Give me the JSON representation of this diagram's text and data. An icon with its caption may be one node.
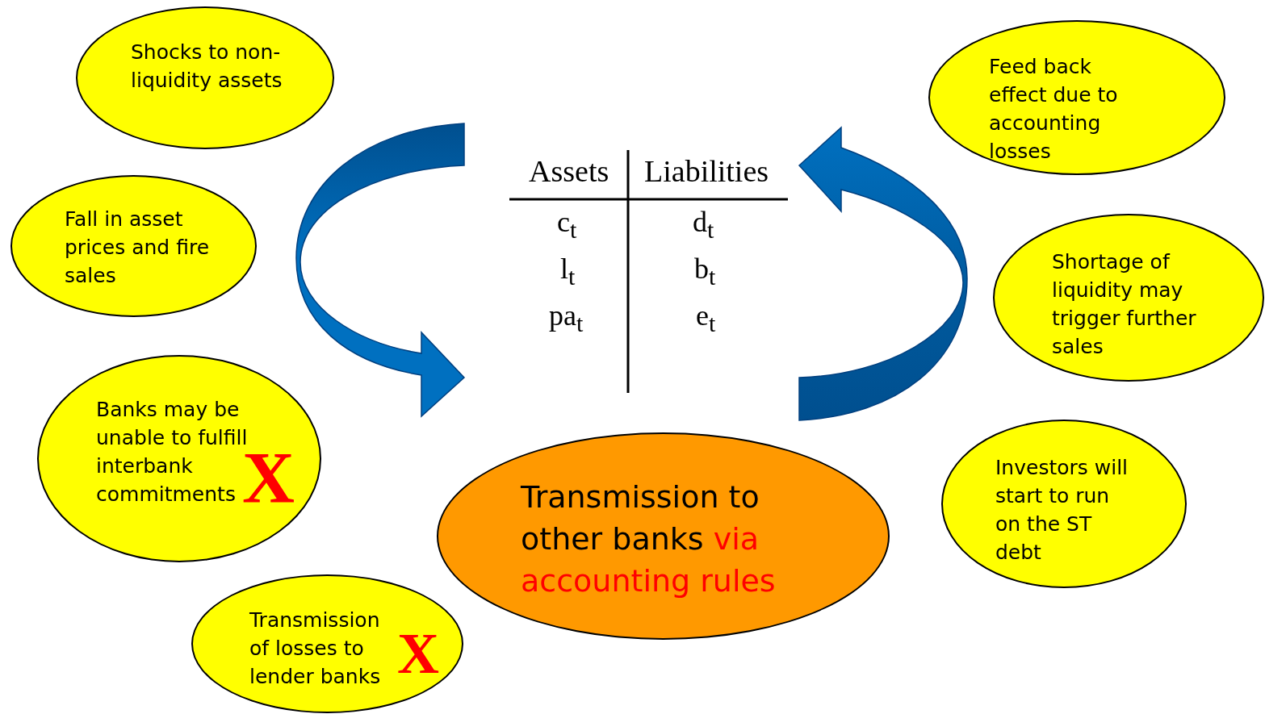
{
  "diagram": {
    "nodes": [
      {
        "text": [
          "Shocks to non-liquidity assets"
        ]
      },
      {
        "text": [
          "Feed back effect due to accounting losses"
        ]
      },
      {
        "text": [
          "Fall in asset prices and fire sales"
        ]
      },
      {
        "text": [
          "Shortage of liquidity may trigger further sales"
        ]
      },
      {
        "text": [
          "Banks may be unable to fulfill interbank commitments"
        ]
      },
      {
        "text": [
          "Investors will start to run on the ST debt"
        ]
      },
      {
        "text": [
          "Transmission to other banks",
          "via accounting rules"
        ]
      },
      {
        "text": [
          "Transmission of losses to lender banks"
        ]
      }
    ],
    "labels": [
      "Assets",
      "Liabilities",
      "c$_{t}$",
      "d$_{t}$",
      "l$_{t}$",
      "b$_{t}$",
      "pa$_{t}$",
      "e$_{t}$",
      "X",
      "X"
    ]
  }
}
